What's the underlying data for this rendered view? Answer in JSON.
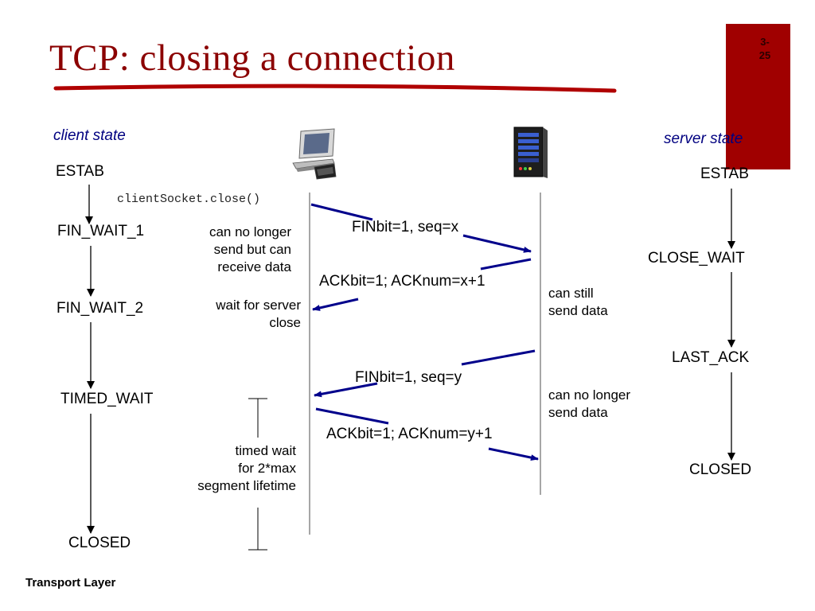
{
  "slide": {
    "title": "TCP: closing a connection",
    "number": "3-25",
    "footer": "Transport Layer",
    "accent_color": "#a00000"
  },
  "client": {
    "heading": "client state",
    "states": [
      "ESTAB",
      "FIN_WAIT_1",
      "FIN_WAIT_2",
      "TIMED_WAIT",
      "CLOSED"
    ],
    "call": "clientSocket.close()",
    "notes": {
      "fin_wait_1": [
        "can no longer",
        "send but can",
        "receive data"
      ],
      "fin_wait_2": [
        "wait for server",
        "close"
      ],
      "timed_wait": [
        "timed wait",
        "for 2*max",
        "segment lifetime"
      ]
    },
    "icon": "client-computer-icon"
  },
  "server": {
    "heading": "server state",
    "states": [
      "ESTAB",
      "CLOSE_WAIT",
      "LAST_ACK",
      "CLOSED"
    ],
    "notes": {
      "close_wait": [
        "can still",
        "send data"
      ],
      "last_ack": [
        "can no longer",
        "send data"
      ]
    },
    "icon": "server-tower-icon"
  },
  "messages": [
    {
      "label": "FINbit=1, seq=x",
      "direction": "client-to-server"
    },
    {
      "label": "ACKbit=1; ACKnum=x+1",
      "direction": "server-to-client"
    },
    {
      "label": "FINbit=1, seq=y",
      "direction": "server-to-client"
    },
    {
      "label": "ACKbit=1; ACKnum=y+1",
      "direction": "client-to-server"
    }
  ],
  "colors": {
    "arrow": "#00008b",
    "title": "#8b0000",
    "server_heading": "#000080"
  }
}
